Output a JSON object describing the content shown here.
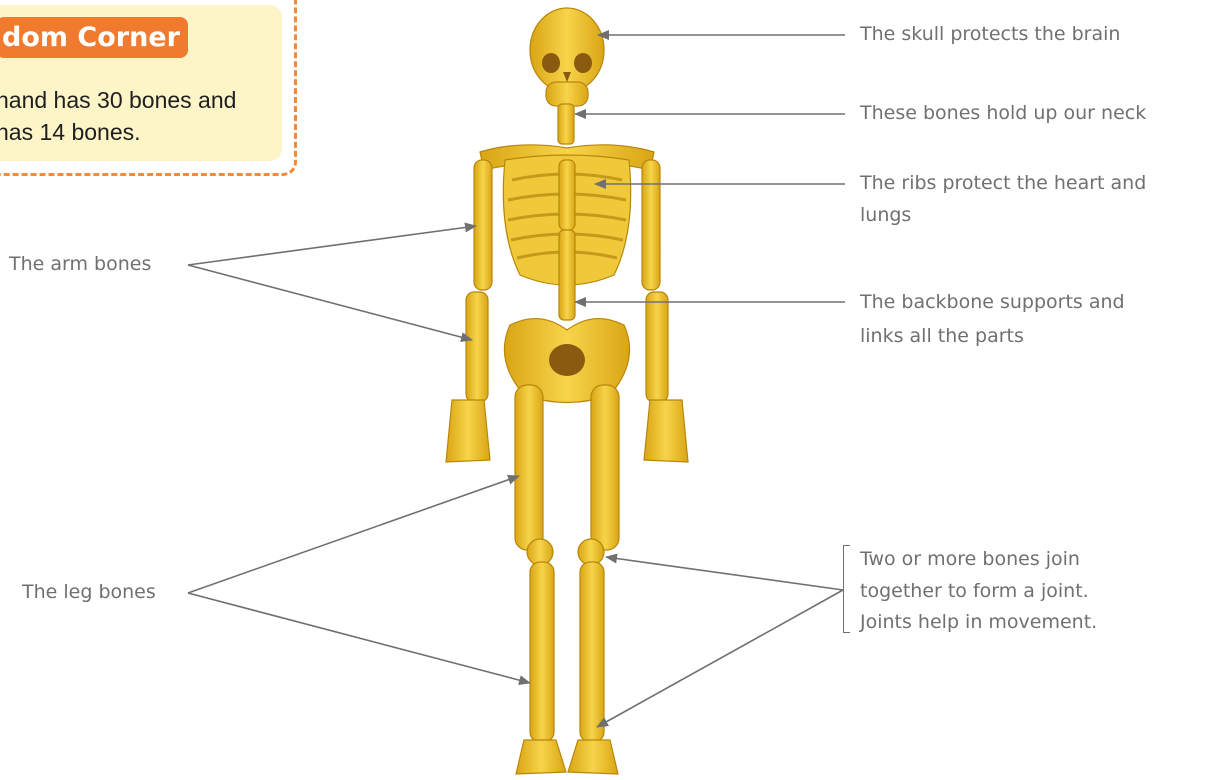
{
  "wisdom_corner": {
    "title": "dom Corner",
    "lines": [
      "hand has 30 bones and",
      "has 14 bones."
    ]
  },
  "labels": {
    "skull": "The skull protects the brain",
    "neck": "These bones hold up our neck",
    "ribs_line1": "The ribs protect the heart and",
    "ribs_line2": "lungs",
    "backbone_line1": "The backbone supports and",
    "backbone_line2": "links all the parts",
    "arm": "The arm bones",
    "leg": "The leg bones",
    "joint_line1": "Two or more bones join",
    "joint_line2": "together to form a joint.",
    "joint_line3": "Joints help in movement."
  },
  "colors": {
    "bone": "#e8b820",
    "bone_shadow": "#b8860b",
    "bone_dark": "#8a5a10",
    "pointer_line": "#707070",
    "label_text": "#707070",
    "accent_orange": "#f07a2e",
    "card_background": "#fdf4c8"
  }
}
